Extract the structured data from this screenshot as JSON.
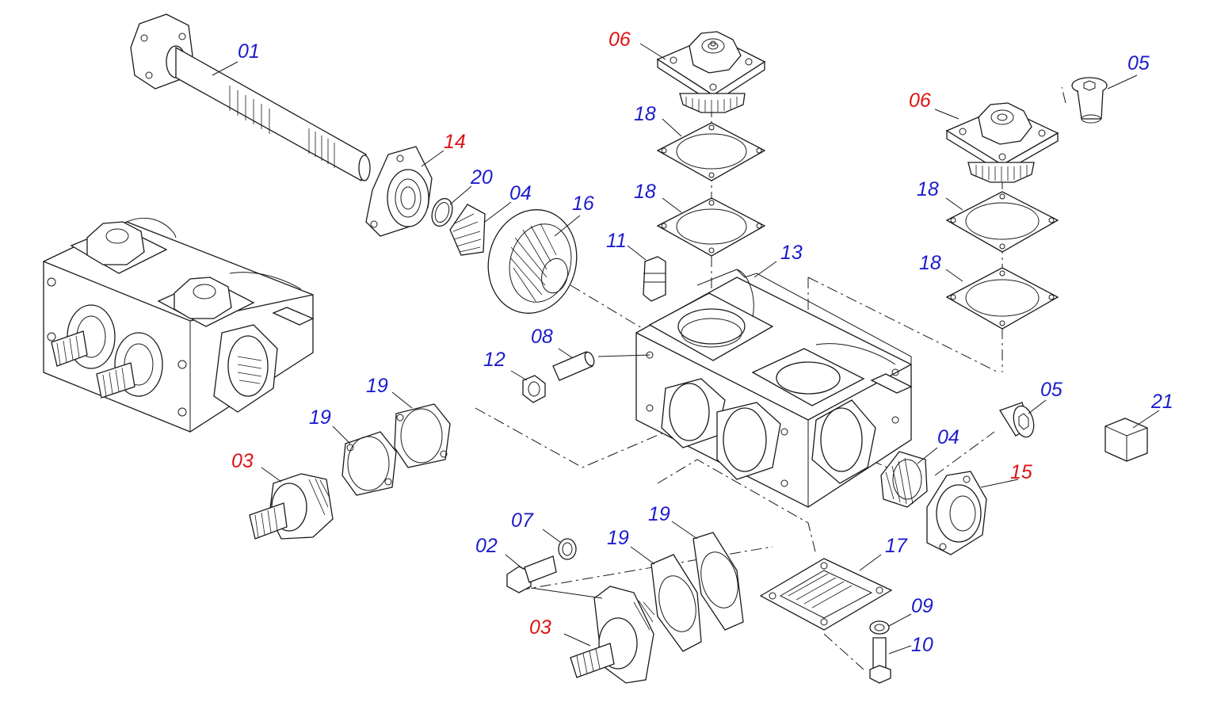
{
  "colors": {
    "label_blue": "#1c1ccc",
    "label_red": "#dd1414",
    "line": "#1a1a1a",
    "background": "#ffffff"
  },
  "parts": [
    {
      "id": "01",
      "color": "blue"
    },
    {
      "id": "14",
      "color": "red"
    },
    {
      "id": "20",
      "color": "blue"
    },
    {
      "id": "04",
      "color": "blue"
    },
    {
      "id": "16",
      "color": "blue"
    },
    {
      "id": "06",
      "color": "red"
    },
    {
      "id": "18",
      "color": "blue"
    },
    {
      "id": "11",
      "color": "blue"
    },
    {
      "id": "13",
      "color": "blue"
    },
    {
      "id": "08",
      "color": "blue"
    },
    {
      "id": "12",
      "color": "blue"
    },
    {
      "id": "05",
      "color": "blue"
    },
    {
      "id": "21",
      "color": "blue"
    },
    {
      "id": "19",
      "color": "blue"
    },
    {
      "id": "03",
      "color": "red"
    },
    {
      "id": "15",
      "color": "red"
    },
    {
      "id": "07",
      "color": "blue"
    },
    {
      "id": "02",
      "color": "blue"
    },
    {
      "id": "17",
      "color": "blue"
    },
    {
      "id": "09",
      "color": "blue"
    },
    {
      "id": "10",
      "color": "blue"
    }
  ]
}
